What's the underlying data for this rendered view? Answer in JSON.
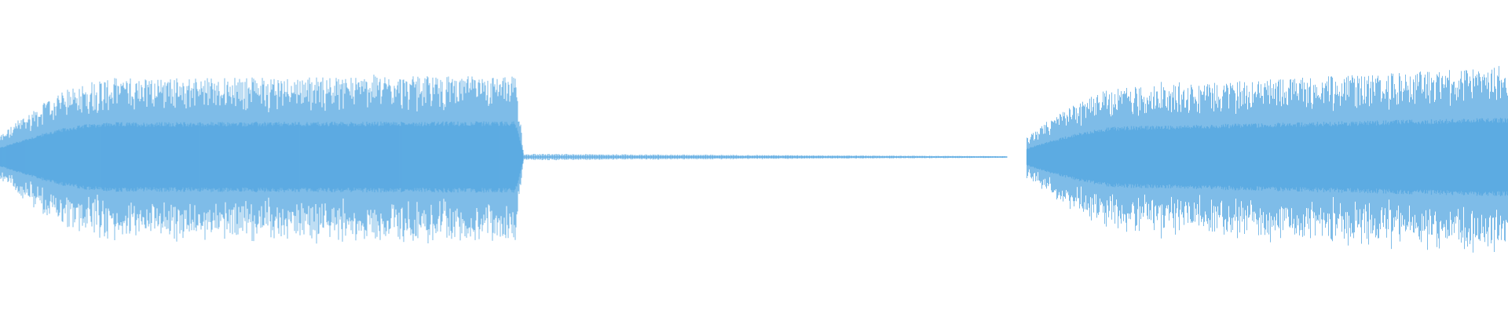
{
  "waveform": {
    "color": "#5dabe2",
    "background": "#ffffff",
    "duration_fraction_segments": [
      {
        "name": "first-sound-region",
        "start": 0.0,
        "end": 0.347,
        "amplitude_start": 0.2,
        "amplitude_peak": 0.72,
        "amplitude_end": 0.74,
        "tail_fade": 0.82
      },
      {
        "name": "near-silence-region",
        "start": 0.347,
        "end": 0.668,
        "amplitude": 0.015
      },
      {
        "name": "second-sound-region",
        "start": 0.681,
        "end": 1.0,
        "amplitude_start": 0.18,
        "amplitude_peak": 0.64,
        "amplitude_end": 0.82
      }
    ]
  }
}
